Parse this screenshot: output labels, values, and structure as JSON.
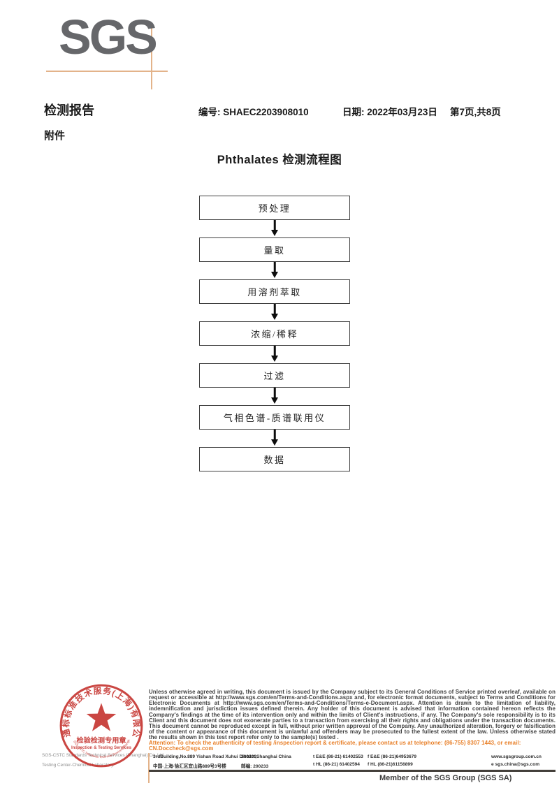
{
  "colors": {
    "logo-gray": "#66676a",
    "tan": "#e3b38a",
    "stamp-red": "#c5332e",
    "orange": "#e87e26",
    "rule-dark": "#433f3a",
    "disclaimer": "#3f3f3f",
    "gray-caption": "#8f8f8f"
  },
  "logo": {
    "text": "SGS"
  },
  "header": {
    "report_title": "检测报告",
    "report_no_label": "编号:",
    "report_no": "SHAEC2203908010",
    "date_label": "日期:",
    "date": "2022年03月23日",
    "page_info": "第7页,共8页",
    "attachment": "附件"
  },
  "flowchart": {
    "title": "Phthalates 检测流程图",
    "steps": [
      "预处理",
      "量取",
      "用溶剂萃取",
      "浓缩/稀释",
      "过滤",
      "气相色谱-质谱联用仪",
      "数据"
    ]
  },
  "stamp": {
    "ring_text": "通标标准技术服务(上海)有限公司",
    "center_line1": "检验检测专用章",
    "center_line2": "Inspection & Testing Services",
    "bottom_arc_text": "SGS-CSTC Standards Technical Services(Shanghai) Co.,Ltd.",
    "caption_line1": "SGS-CSTC Standards Technical Services (Shanghai) Co.,Ltd.",
    "caption_line2": "Testing Center-Chemical Laboratory."
  },
  "footer": {
    "disclaimer": "Unless otherwise agreed in writing, this document is issued by the Company subject to its General Conditions of Service printed overleaf, available on request or accessible at http://www.sgs.com/en/Terms-and-Conditions.aspx and, for electronic format documents, subject to Terms and Conditions for Electronic Documents at http://www.sgs.com/en/Terms-and-Conditions/Terms-e-Document.aspx. Attention is drawn to the limitation of liability, indemnification and jurisdiction issues defined therein. Any holder of this document is advised that information contained hereon reflects the Company's findings at the time of its intervention only and within the limits of Client's instructions, if any. The Company's sole responsibility is to its Client and this document does not exonerate parties to a transaction from exercising all their rights and obligations under the transaction documents. This document cannot be reproduced except in full, without prior written approval of the Company. Any unauthorized alteration, forgery or falsification of the content or appearance of this document is unlawful and offenders may be prosecuted to the fullest extent of the law. Unless otherwise stated the results shown in this test report refer only to the sample(s) tested .",
    "attention": "Attention: To check the authenticity of testing /inspection report & certificate, please contact us at telephone: (86-755) 8307 1443, or email: CN.Doccheck@sgs.com",
    "address_en": "3rdBuilding,No.889 Yishan Road Xuhui District,Shanghai China",
    "postcode_en": "200233",
    "address_cn": "中国·上海·徐汇区宜山路889号3号楼",
    "postcode_cn": "邮编: 200233",
    "tel1": "t E&E (86-21) 61402553",
    "fax1": "f E&E (86-21)64953679",
    "web": "www.sgsgroup.com.cn",
    "tel2": "t HL (86-21) 61402594",
    "fax2": "f HL (86-21)61156899",
    "email": "e  sgs.china@sgs.com",
    "member": "Member of the SGS Group (SGS SA)"
  }
}
